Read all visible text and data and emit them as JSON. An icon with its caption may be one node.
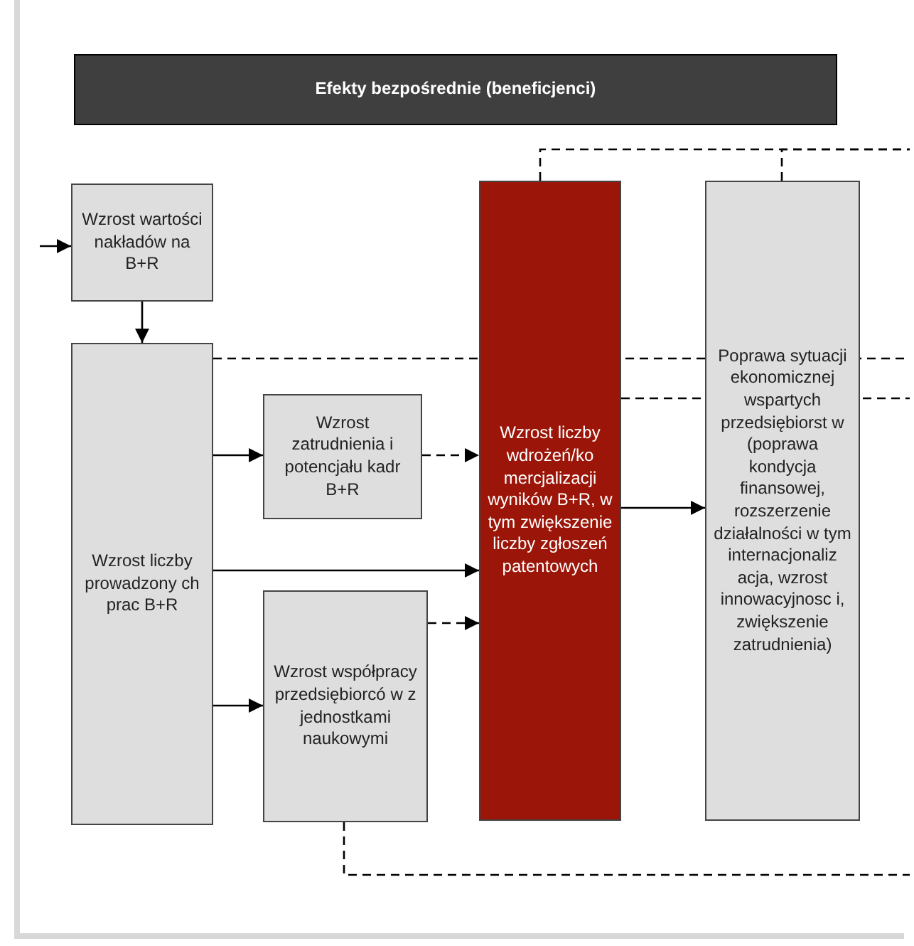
{
  "diagram": {
    "nodes": [
      {
        "text": [
          "Efekty bezpośrednie (beneficjenci)"
        ]
      },
      {
        "text": [
          "Wzrost wartości nakładów na B+R"
        ]
      },
      {
        "text": [
          "Wzrost liczby prowadzony ch prac B+R"
        ]
      },
      {
        "text": [
          "Wzrost zatrudnienia i potencjału kadr B+R"
        ]
      },
      {
        "text": [
          "Wzrost współpracy przedsiębiorcó w z jednostkami naukowymi"
        ]
      },
      {
        "text": [
          "Wzrost liczby wdrożeń/ko mercjalizacji wyników B+R, w tym zwiększenie liczby zgłoszeń patentowych"
        ]
      },
      {
        "text": [
          "Poprawa sytuacji ekonomicznej wspartych przedsiębiorst w (poprawa kondycja finansowej, rozszerzenie działalności w tym internacjonaliz acja, wzrost innowacyjnosc i, zwiększenie zatrudnienia)"
        ]
      }
    ],
    "edges": [
      {
        "from": null,
        "to": 1,
        "arrow": "to"
      },
      {
        "from": 1,
        "to": 2,
        "arrow": "to"
      },
      {
        "from": 2,
        "to": 3,
        "arrow": "to"
      },
      {
        "from": 2,
        "to": 5,
        "arrow": "to"
      },
      {
        "from": 2,
        "to": 4,
        "arrow": "to"
      },
      {
        "from": 3,
        "to": 5,
        "arrow": "to",
        "style": "dashed"
      },
      {
        "from": 4,
        "to": 5,
        "arrow": "to",
        "style": "dashed"
      },
      {
        "from": 5,
        "to": 6,
        "arrow": "to"
      },
      {
        "from": 2,
        "to": null,
        "arrow": "none",
        "style": "dashed"
      },
      {
        "from": 5,
        "to": null,
        "arrow": "none",
        "style": "dashed"
      },
      {
        "from": 5,
        "to": null,
        "arrow": "none",
        "style": "dashed"
      },
      {
        "from": 6,
        "to": null,
        "arrow": "none",
        "style": "dashed"
      },
      {
        "from": 4,
        "to": null,
        "arrow": "none",
        "style": "dashed"
      }
    ]
  }
}
